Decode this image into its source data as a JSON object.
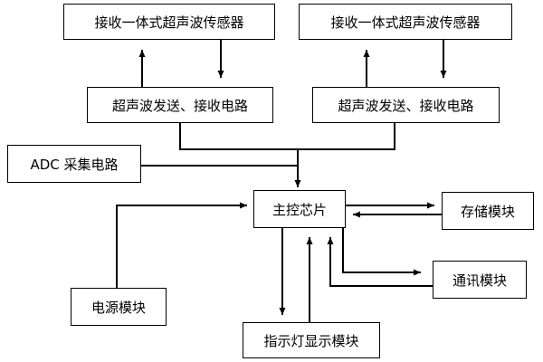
{
  "diagram": {
    "sensor_left": "接收一体式超声波传感器",
    "sensor_right": "接收一体式超声波传感器",
    "circuit_left": "超声波发送、接收电路",
    "circuit_right": "超声波发送、接收电路",
    "adc": "ADC 采集电路",
    "main_chip": "主控芯片",
    "storage": "存储模块",
    "comm": "通讯模块",
    "power": "电源模块",
    "indicator": "指示灯显示模块"
  }
}
